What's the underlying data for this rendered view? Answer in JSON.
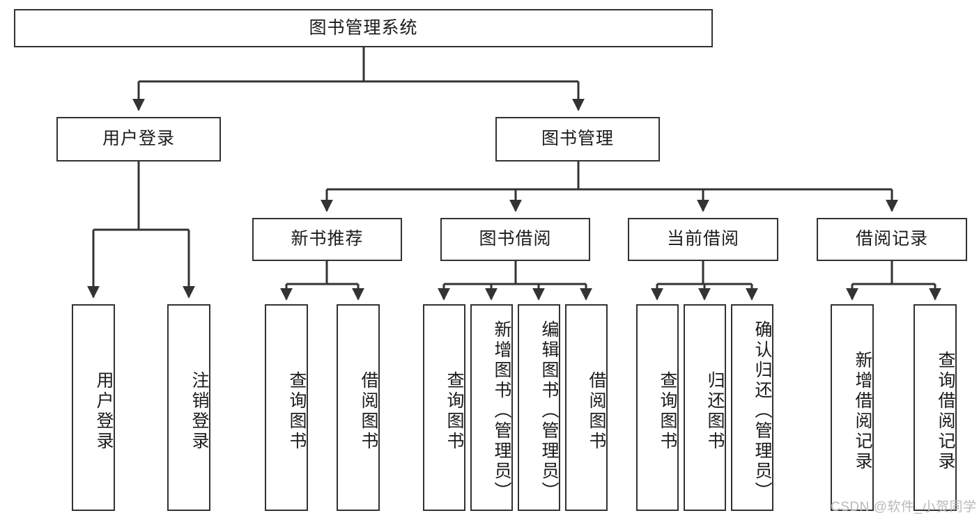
{
  "diagram": {
    "title": "图书管理系统",
    "type": "hierarchy-block-diagram",
    "root": {
      "label": "图书管理系统"
    },
    "level1": [
      {
        "label": "用户登录"
      },
      {
        "label": "图书管理"
      }
    ],
    "level2": [
      {
        "label": "新书推荐"
      },
      {
        "label": "图书借阅"
      },
      {
        "label": "当前借阅"
      },
      {
        "label": "借阅记录"
      }
    ],
    "leaves": {
      "user_login": [
        {
          "label": "用户登录"
        },
        {
          "label": "注销登录"
        }
      ],
      "new_book": [
        {
          "label": "查询图书"
        },
        {
          "label": "借阅图书"
        }
      ],
      "book_borrow": [
        {
          "label": "查询图书"
        },
        {
          "label": "新增图书（管理员）"
        },
        {
          "label": "编辑图书（管理员）"
        },
        {
          "label": "借阅图书"
        }
      ],
      "current_borrow": [
        {
          "label": "查询图书"
        },
        {
          "label": "归还图书"
        },
        {
          "label": "确认归还（管理员）"
        }
      ],
      "borrow_record": [
        {
          "label": "新增借阅记录"
        },
        {
          "label": "查询借阅记录"
        }
      ]
    }
  },
  "watermark": {
    "text": "CSDN @软件_小贺同学"
  },
  "colors": {
    "border": "#33322f",
    "text": "#1b1b1b",
    "background": "#ffffff",
    "connector": "#333333",
    "watermark": "#b9b9b9"
  }
}
